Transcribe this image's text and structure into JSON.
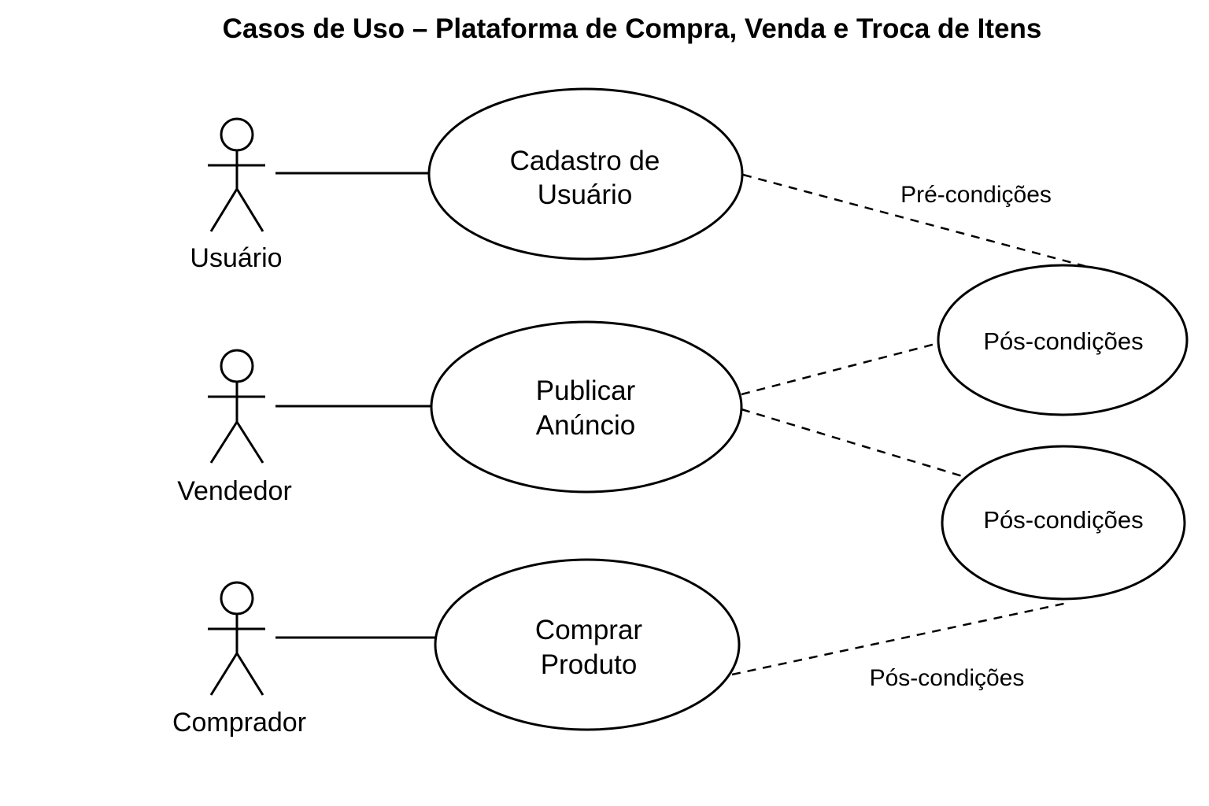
{
  "title": "Casos de Uso – Plataforma de Compra, Venda e Troca de Itens",
  "actors": [
    {
      "label": "Usuário"
    },
    {
      "label": "Vendedor"
    },
    {
      "label": "Comprador"
    }
  ],
  "use_cases": [
    {
      "line1": "Cadastro de",
      "line2": "Usuário"
    },
    {
      "line1": "Publicar",
      "line2": "Anúncio"
    },
    {
      "line1": "Comprar",
      "line2": "Produto"
    }
  ],
  "conditions": [
    {
      "label": "Pós-condições"
    },
    {
      "label": "Pós-condições"
    }
  ],
  "edge_labels": {
    "pre": "Pré-condições",
    "pos": "Pós-condições"
  }
}
